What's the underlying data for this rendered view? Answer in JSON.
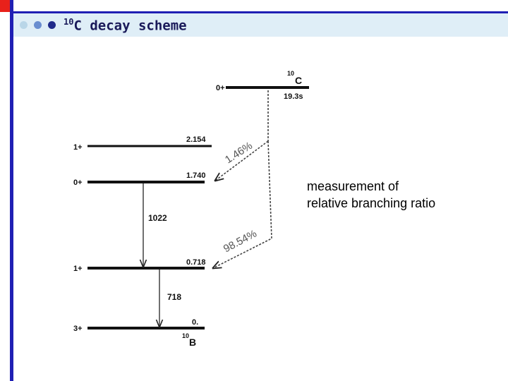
{
  "slide": {
    "title_prefix": "10",
    "title_text": "C decay scheme",
    "dot_colors": [
      "#b9d6e8",
      "#6a8ed0",
      "#1f2a8a"
    ],
    "accent": "#1f1fb4",
    "corner_color": "#e8211b",
    "band_color": "#dfeef7"
  },
  "diagram": {
    "parent": {
      "mass": "10",
      "symbol": "C",
      "spin": "0+",
      "half_life": "19.3s"
    },
    "daughter": {
      "mass": "10",
      "symbol": "B"
    },
    "levels": [
      {
        "spin": "1+",
        "energy": "2.154"
      },
      {
        "spin": "0+",
        "energy": "1.740"
      },
      {
        "spin": "1+",
        "energy": "0.718"
      },
      {
        "spin": "3+",
        "energy": "0."
      }
    ],
    "branches": [
      {
        "percent": "1.46%",
        "to_level": "1.740"
      },
      {
        "percent": "98.54%",
        "to_level": "0.718"
      }
    ],
    "gammas": [
      {
        "label": "1022",
        "from": "1.740",
        "to": "0.718"
      },
      {
        "label": "718",
        "from": "0.718",
        "to": "0."
      }
    ]
  },
  "note": {
    "line1": "measurement of",
    "line2": "relative branching ratio"
  }
}
